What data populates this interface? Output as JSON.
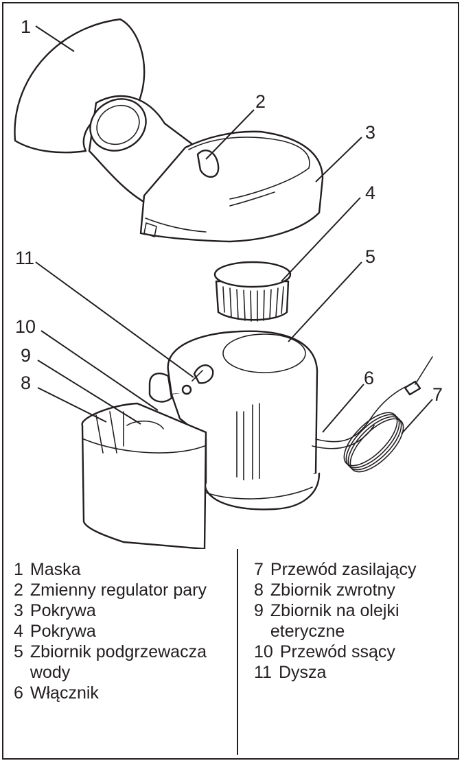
{
  "callouts": [
    "1",
    "2",
    "3",
    "4",
    "5",
    "6",
    "7",
    "8",
    "9",
    "10",
    "11"
  ],
  "legend_left": [
    {
      "num": "1",
      "text": "Maska"
    },
    {
      "num": "2",
      "text": "Zmienny regulator pary"
    },
    {
      "num": "3",
      "text": "Pokrywa"
    },
    {
      "num": "4",
      "text": "Pokrywa"
    },
    {
      "num": "5",
      "text": "Zbiornik podgrzewacza wody"
    },
    {
      "num": "6",
      "text": "Włącznik"
    }
  ],
  "legend_right": [
    {
      "num": "7",
      "text": "Przewód zasilający"
    },
    {
      "num": "8",
      "text": "Zbiornik zwrotny"
    },
    {
      "num": "9",
      "text": "Zbiornik na olejki eteryczne"
    },
    {
      "num": "10",
      "text": "Przewód ssący"
    },
    {
      "num": "11",
      "text": "Dysza"
    }
  ]
}
